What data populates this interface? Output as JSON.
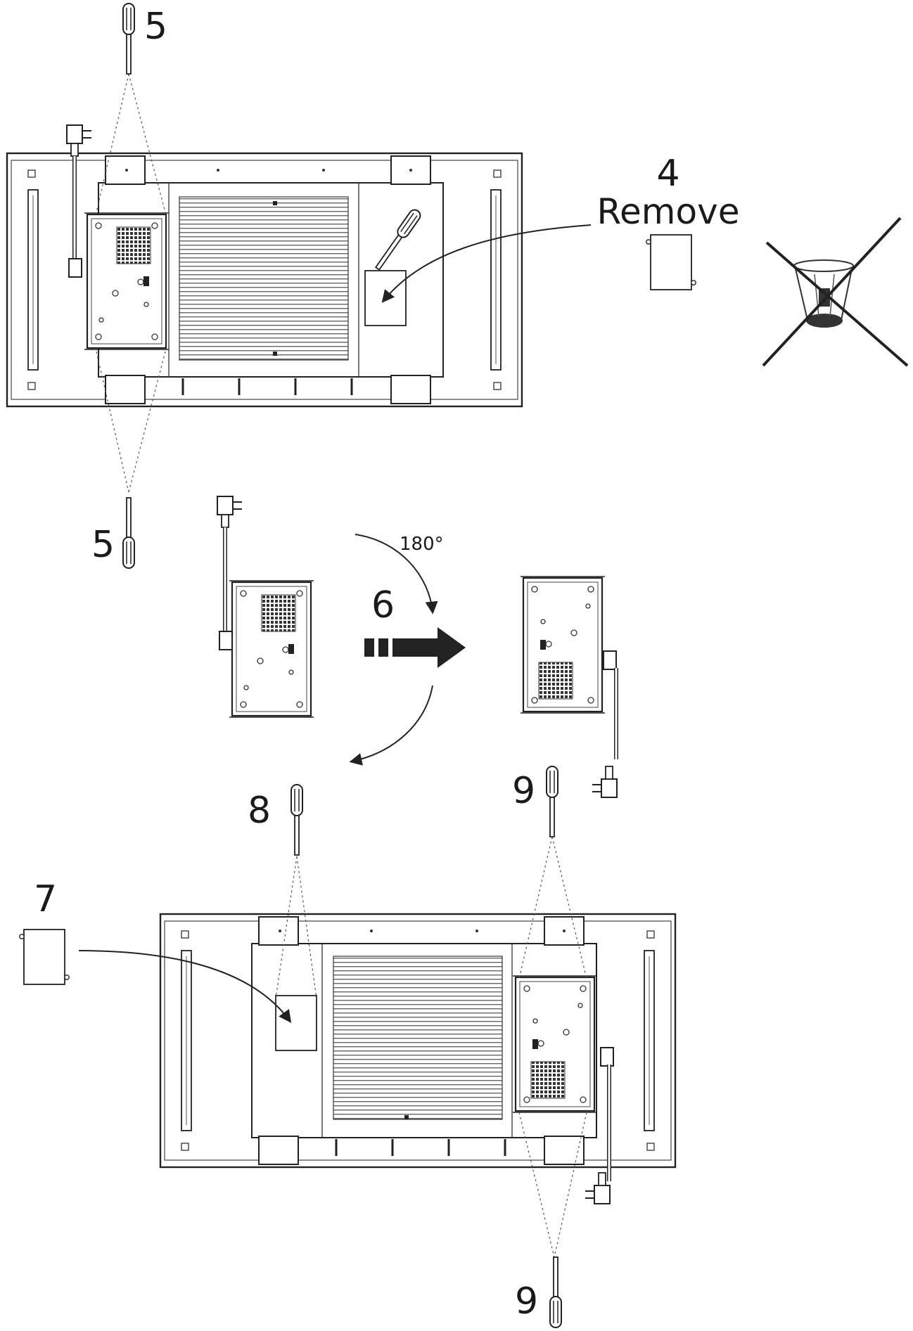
{
  "steps": {
    "step4_number": "4",
    "step4_text": "Remove",
    "step5_top": "5",
    "step5_bottom": "5",
    "step6_number": "6",
    "rotation": "180°",
    "step7_number": "7",
    "step8_number": "8",
    "step9_top": "9",
    "step9_bottom": "9"
  },
  "icons": {
    "no_dispose": "crossed-out-bin-icon",
    "tool": "screwdriver-icon"
  },
  "colors": {
    "line": "#222222",
    "background": "#ffffff"
  }
}
